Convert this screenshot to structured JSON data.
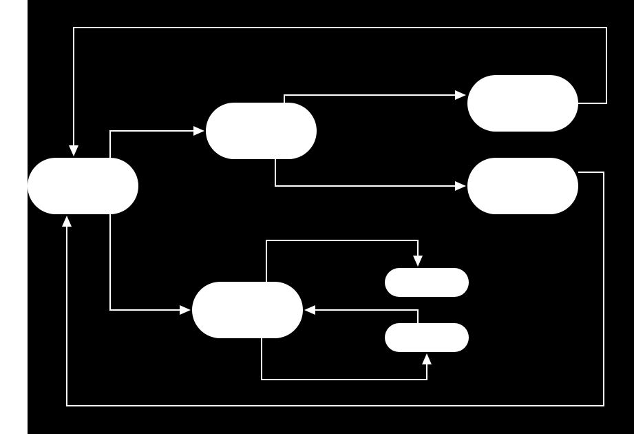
{
  "colors": {
    "page_background": "#ffffff",
    "canvas_background": "#000000",
    "node_fill": "#ffffff",
    "edge_stroke": "#ffffff"
  },
  "diagram": {
    "nodes": [
      {
        "id": "node-left",
        "label": ""
      },
      {
        "id": "node-top-middle",
        "label": ""
      },
      {
        "id": "node-top-right",
        "label": ""
      },
      {
        "id": "node-middle-right",
        "label": ""
      },
      {
        "id": "node-bottom-middle",
        "label": ""
      },
      {
        "id": "node-small-upper",
        "label": ""
      },
      {
        "id": "node-small-lower",
        "label": ""
      }
    ],
    "edges": [
      {
        "from": "node-top-right",
        "to": "node-left"
      },
      {
        "from": "node-left",
        "to": "node-top-middle"
      },
      {
        "from": "node-top-middle",
        "to": "node-top-right"
      },
      {
        "from": "node-top-middle",
        "to": "node-middle-right"
      },
      {
        "from": "node-middle-right",
        "to": "node-left"
      },
      {
        "from": "node-left",
        "to": "node-bottom-middle"
      },
      {
        "from": "node-bottom-middle",
        "to": "node-small-upper"
      },
      {
        "from": "node-small-lower",
        "to": "node-bottom-middle"
      },
      {
        "from": "node-bottom-middle",
        "to": "node-small-lower"
      }
    ]
  }
}
